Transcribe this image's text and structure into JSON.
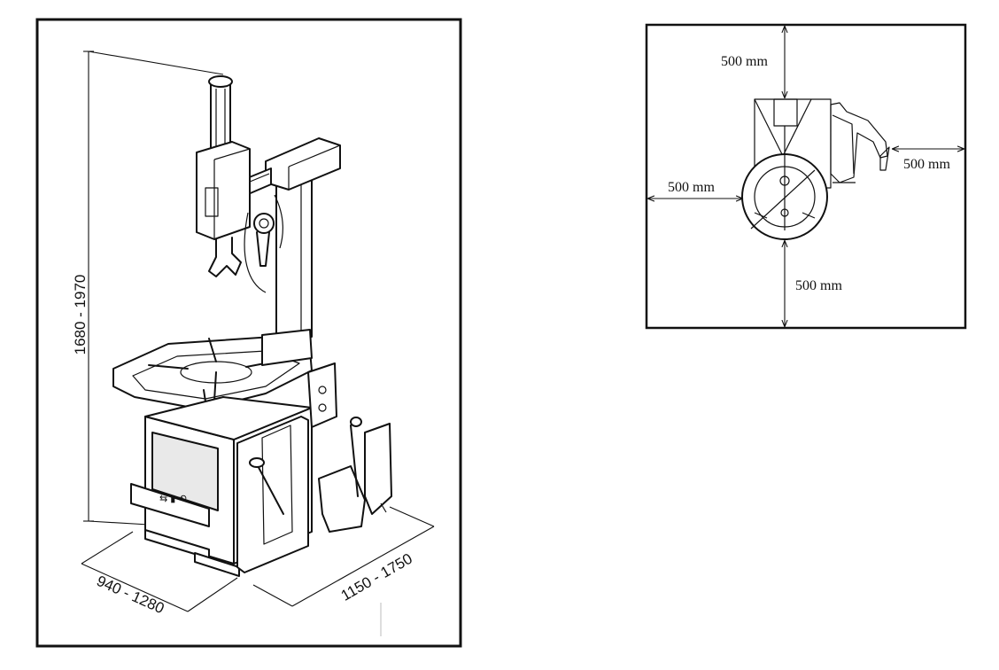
{
  "machine_view": {
    "dimensions": {
      "height": "1680 - 1970",
      "width": "940 - 1280",
      "depth": "1150 - 1750"
    }
  },
  "clearance_view": {
    "labels": {
      "top": "500 mm",
      "left": "500 mm",
      "right": "500 mm",
      "bottom": "500 mm"
    }
  }
}
